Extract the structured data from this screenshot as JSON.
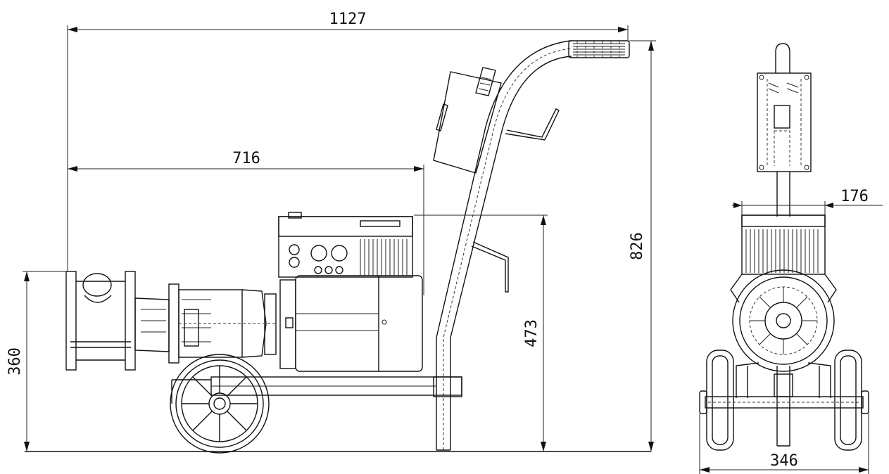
{
  "dimensions": {
    "overall_length": "1127",
    "body_length": "716",
    "overall_height": "826",
    "motor_height": "473",
    "inlet_height": "360",
    "front_width": "176",
    "wheel_track": "346"
  }
}
